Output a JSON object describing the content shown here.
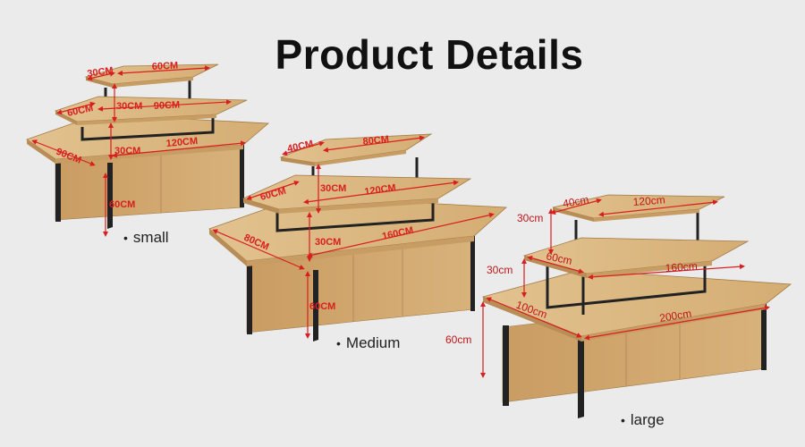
{
  "title": "Product Details",
  "sizes": [
    {
      "name": "small",
      "dimensions": [
        "30CM",
        "60CM",
        "60CM",
        "30CM",
        "90CM",
        "90CM",
        "30CM",
        "120CM",
        "60CM"
      ]
    },
    {
      "name": "Medium",
      "dimensions": [
        "40CM",
        "80CM",
        "60CM",
        "30CM",
        "120CM",
        "80CM",
        "30CM",
        "160CM",
        "60CM"
      ]
    },
    {
      "name": "large",
      "dimensions": [
        "40cm",
        "120cm",
        "30cm",
        "60cm",
        "160cm",
        "30cm",
        "100cm",
        "200cm",
        "60cm"
      ]
    }
  ],
  "colors": {
    "background": "#ebebeb",
    "wood": "#d9b683",
    "wood_dark": "#b98e56",
    "frame": "#222222",
    "dimension": "#d81e1e"
  }
}
